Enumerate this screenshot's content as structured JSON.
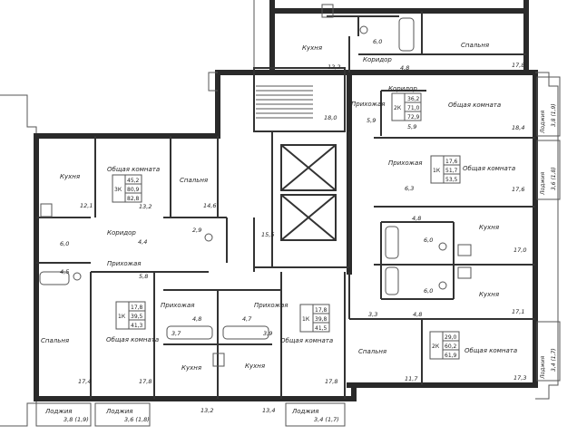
{
  "rooms": {
    "kitchen_top": "Кухня",
    "corridor_top": "Коридор",
    "bedroom_top_right": "Спальня",
    "corridor_2": "Коридор",
    "hallway_a": "Прихожая",
    "living_a": "Общая комната",
    "hallway_b": "Прихожая",
    "living_b": "Общая комната",
    "kitchen_left": "Кухня",
    "living_left": "Общая комната",
    "bedroom_left": "Спальня",
    "corridor_left": "Коридор",
    "hallway_left": "Прихожая",
    "kitchen_right_mid": "Кухня",
    "kitchen_right_low": "Кухня",
    "hallway_c": "Прихожая",
    "hallway_d": "Прихожая",
    "living_c": "Общая комната",
    "living_d": "Общая комната",
    "kitchen_c": "Кухня",
    "kitchen_d": "Кухня",
    "bedroom_bl": "Спальня",
    "bedroom_br": "Спальня",
    "living_br": "Общая комната",
    "balcony_1": "Лоджия",
    "balcony_2": "Лоджия",
    "balcony_3": "Лоджия",
    "balcony_r1": "Лоджия",
    "balcony_r2": "Лоджия",
    "balcony_r3": "Лоджия"
  },
  "areas": {
    "a_6_0_top": "6,0",
    "a_12_2": "12,2",
    "a_4_8_top": "4,8",
    "a_17_8_top": "17,8",
    "a_18_0": "18,0",
    "a_5_9a": "5,9",
    "a_5_9b": "5,9",
    "a_18_4": "18,4",
    "a_6_3": "6,3",
    "a_17_6": "17,6",
    "a_12_1": "12,1",
    "a_13_2": "13,2",
    "a_14_6": "14,6",
    "a_6_0_left": "6,0",
    "a_4_4": "4,4",
    "a_2_9": "2,9",
    "a_15_5": "15,5",
    "a_4_5": "4,5",
    "a_5_8": "5,8",
    "a_4_8_r": "4,8",
    "a_6_0_r1": "6,0",
    "a_17_0": "17,0",
    "a_6_0_r2": "6,0",
    "a_4_8_r2": "4,8",
    "a_17_1": "17,1",
    "a_4_8_mid": "4,8",
    "a_4_7_mid": "4,7",
    "a_3_7": "3,7",
    "a_3_9": "3,9",
    "a_3_3": "3,3",
    "a_17_4": "17,4",
    "a_17_8_l": "17,8",
    "a_13_2_b": "13,2",
    "a_13_4": "13,4",
    "a_17_8_b": "17,8",
    "a_11_7": "11,7",
    "a_17_3": "17,3",
    "bal_3_8": "3,8 (1,9)",
    "bal_3_6": "3,6 (1,8)",
    "bal_3_4": "3,4 (1,7)",
    "bal_r_3_8": "3,8 (1,9)",
    "bal_r_3_6": "3,6 (1,8)",
    "bal_r_3_4": "3,4 (1,7)"
  },
  "units": {
    "u_2k_top": {
      "type": "2К",
      "v1": "36,2",
      "v2": "71,0",
      "v3": "72,9"
    },
    "u_1k_r": {
      "type": "1К",
      "v1": "17,6",
      "v2": "51,7",
      "v3": "53,5"
    },
    "u_3k_l": {
      "type": "3К",
      "v1": "45,2",
      "v2": "80,9",
      "v3": "82,8"
    },
    "u_1k_bl": {
      "type": "1К",
      "v1": "17,8",
      "v2": "39,5",
      "v3": "41,3"
    },
    "u_1k_bm": {
      "type": "1К",
      "v1": "17,8",
      "v2": "39,8",
      "v3": "41,5"
    },
    "u_2k_br": {
      "type": "2К",
      "v1": "29,0",
      "v2": "60,2",
      "v3": "61,9"
    }
  }
}
